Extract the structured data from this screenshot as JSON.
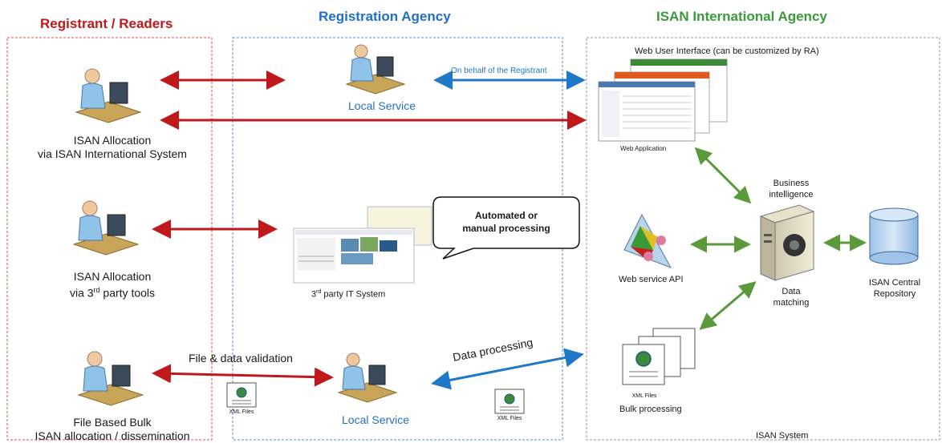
{
  "columns": {
    "registrant": "Registrant / Readers",
    "agency": "Registration Agency",
    "international": "ISAN International Agency"
  },
  "colors": {
    "registrant": "#c0191c",
    "agency": "#1f6fc8",
    "international": "#3a9a3a",
    "red_arrow": "#c0191c",
    "blue_arrow": "#1f78c8",
    "green_arrow": "#5a9a3a"
  },
  "left": {
    "allocation_1_line1": "ISAN Allocation",
    "allocation_1_line2": "via ISAN International System",
    "allocation_2_line1": "ISAN Allocation",
    "allocation_2_line2_pre": "via 3",
    "allocation_2_sup": "rd",
    "allocation_2_line2_post": " party tools",
    "bulk_line1": "File Based Bulk",
    "bulk_line2": "ISAN allocation / dissemination"
  },
  "middle": {
    "local_service_top": "Local Service",
    "on_behalf": "On behalf of the Registrant",
    "third_party_pre": "3",
    "third_party_sup": "rd",
    "third_party_post": " party IT System",
    "callout_line1": "Automated or",
    "callout_line2": "manual processing",
    "file_validation": "File & data validation",
    "data_processing": "Data processing",
    "local_service_bottom": "Local Service",
    "xml_files_left": "XML Files",
    "xml_files_right": "XML Files"
  },
  "right": {
    "web_ui": "Web User Interface (can be customized by RA)",
    "web_app": "Web Application",
    "business_line1": "Business",
    "business_line2": "intelligence",
    "web_service": "Web service API",
    "data_line1": "Data",
    "data_line2": "matching",
    "repo_line1": "ISAN Central",
    "repo_line2": "Repository",
    "xml_files": "XML Files",
    "bulk_processing": "Bulk processing",
    "isan_system": "ISAN System"
  }
}
